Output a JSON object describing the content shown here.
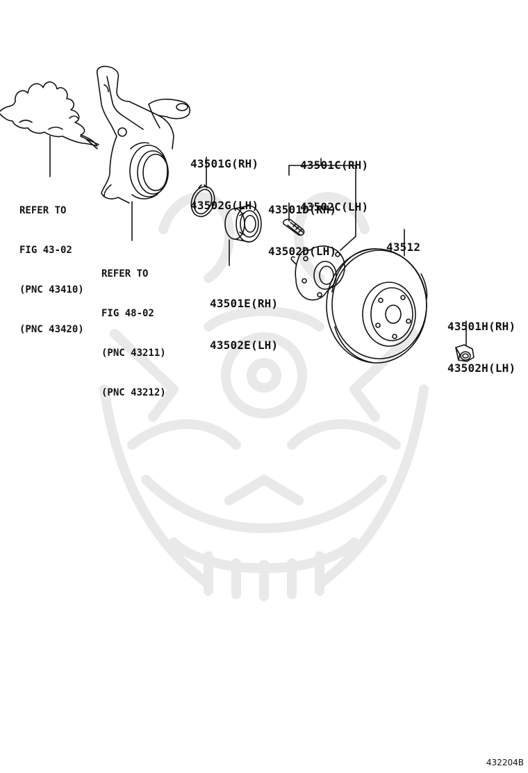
{
  "refs": {
    "fig43": [
      "REFER TO",
      "FIG 43-02",
      "(PNC 43410)",
      "(PNC 43420)"
    ],
    "fig48": [
      "REFER TO",
      "FIG 48-02",
      "(PNC 43211)",
      "(PNC 43212)"
    ]
  },
  "callouts": {
    "snap_ring": [
      "43501G(RH)",
      "43502G(LH)"
    ],
    "hub_assy": [
      "43501C(RH)",
      "43502C(LH)"
    ],
    "hub_bolt": [
      "43501D(RH)",
      "43502D(LH)"
    ],
    "bearing": [
      "43501E(RH)",
      "43502E(LH)"
    ],
    "rotor": [
      "43512"
    ],
    "nut": [
      "43501H(RH)",
      "43502H(LH)"
    ]
  },
  "figure_code": "432204B",
  "colors": {
    "line": "#111111",
    "watermark": "#e9e9e9",
    "background": "#ffffff"
  },
  "icons": {
    "watermark": "samurai-helmet-watermark"
  }
}
